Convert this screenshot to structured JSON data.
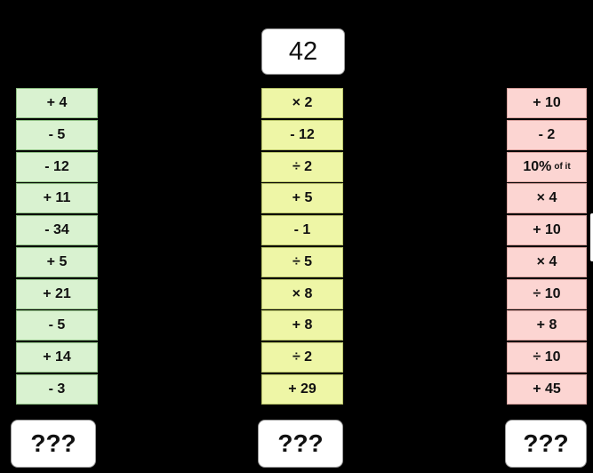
{
  "start_number": "42",
  "columns": {
    "green": {
      "color": "#d9f2d0",
      "steps": [
        "+ 4",
        "-  5",
        "- 12",
        "+ 11",
        "- 34",
        "+ 5",
        "+ 21",
        "- 5",
        "+ 14",
        "- 3"
      ],
      "answer": "???"
    },
    "yellow": {
      "color": "#eef6a6",
      "steps": [
        "× 2",
        "- 12",
        "÷ 2",
        "+ 5",
        "- 1",
        "÷ 5",
        "× 8",
        "+ 8",
        "÷ 2",
        "+ 29"
      ],
      "answer": "???"
    },
    "red": {
      "color": "#fcd5d2",
      "steps": [
        "+ 10",
        "- 2",
        "10%",
        "× 4",
        "+ 10",
        "× 4",
        "÷ 10",
        "+ 8",
        "÷ 10",
        "+ 45"
      ],
      "step_3_suffix": "of it",
      "answer": "???"
    }
  }
}
